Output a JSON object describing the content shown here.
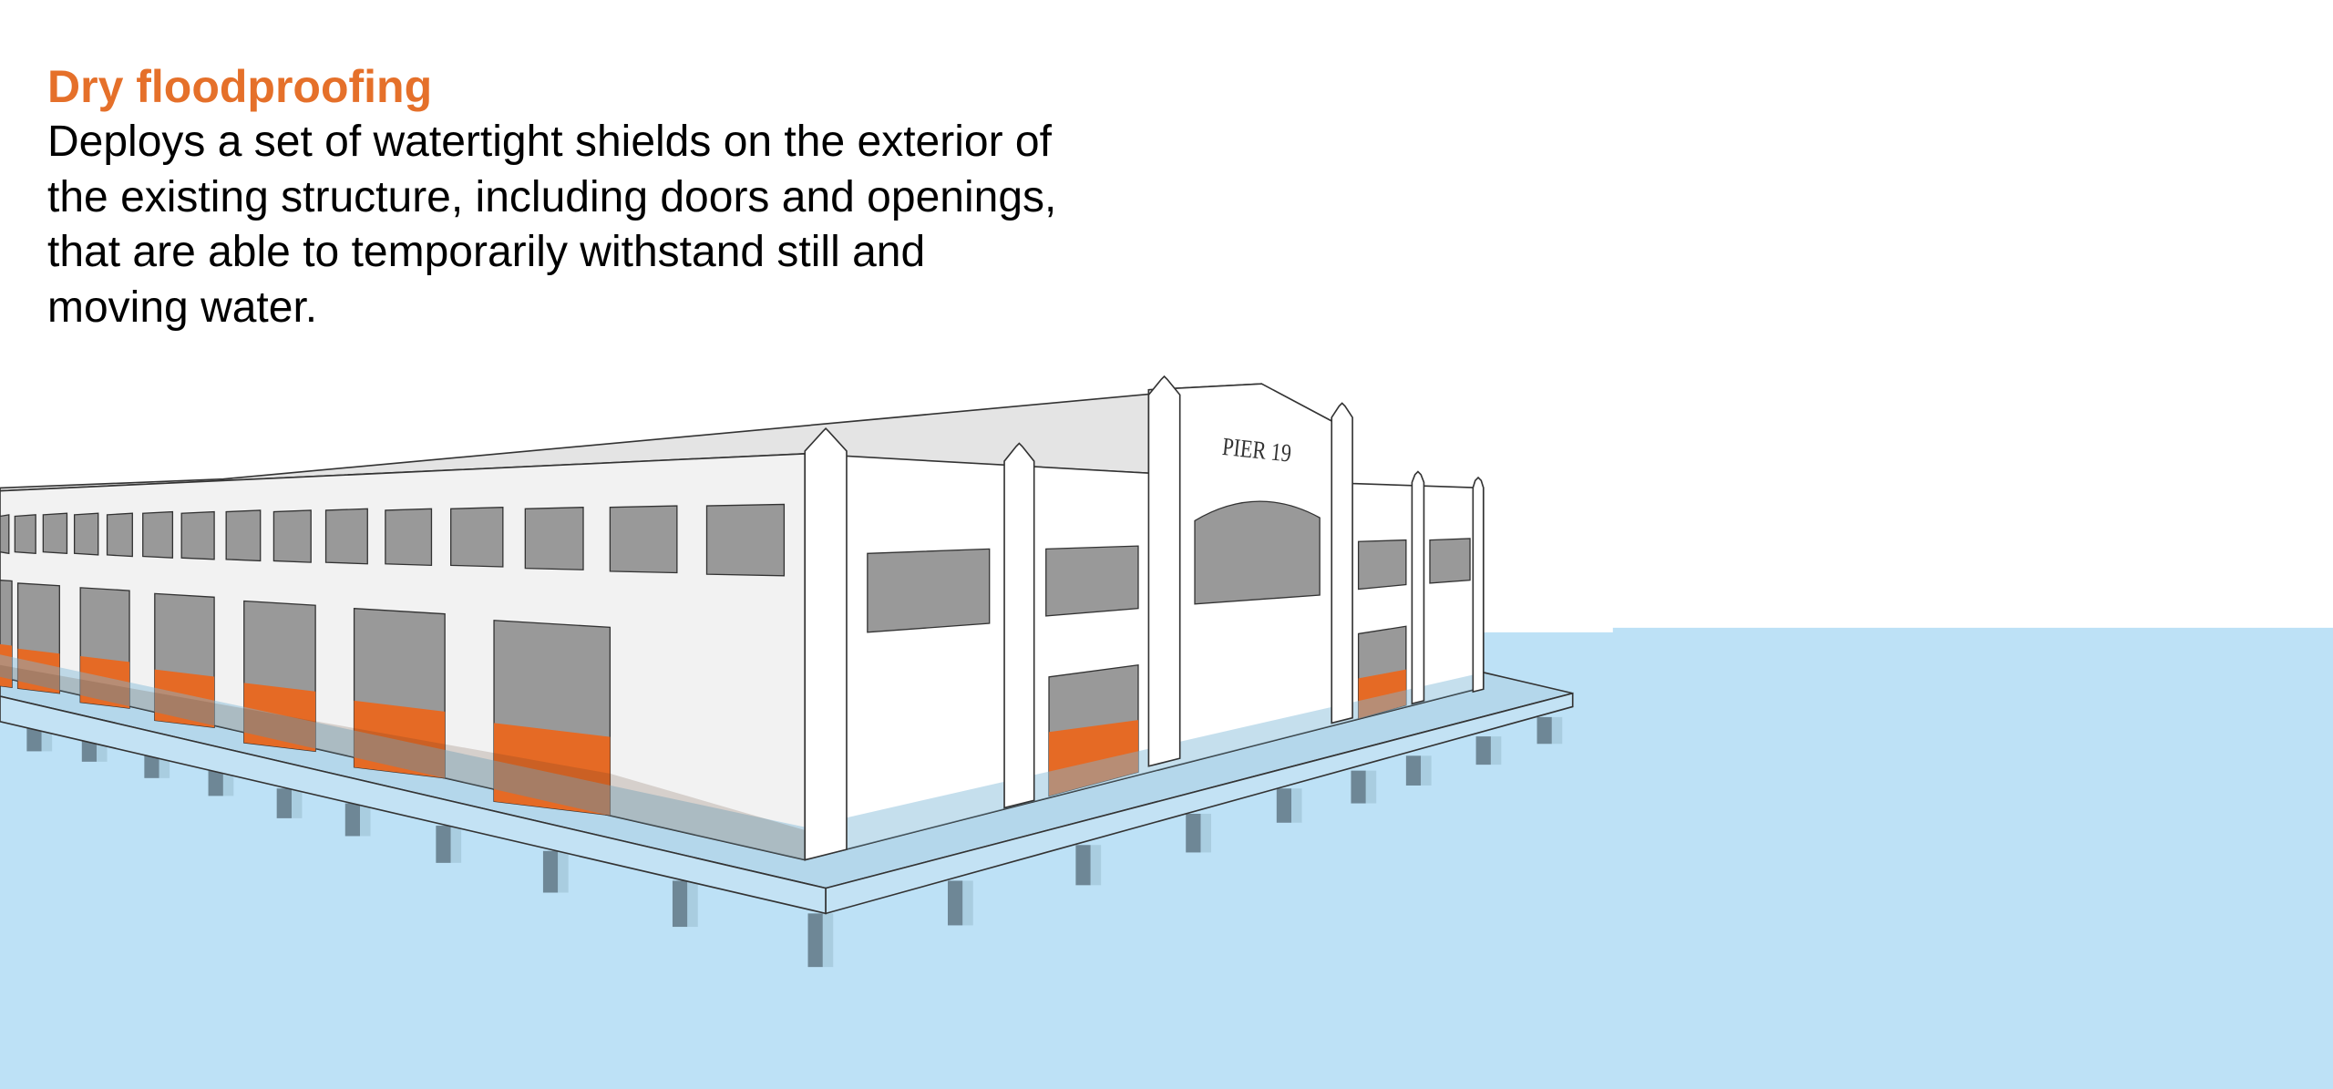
{
  "header": {
    "title": "Dry floodproofing",
    "description_lines": [
      "Deploys a set of watertight shields on the exterior of",
      "the existing structure, including doors and openings,",
      "that are able to temporarily withstand still and",
      "moving water."
    ]
  },
  "illustration": {
    "building_sign": "PIER 19"
  },
  "colors": {
    "accent": "#e5702a",
    "water": "#bde1f6",
    "shield": "#e56a25",
    "window": "#999999",
    "wall_side": "#f2f2f2",
    "wall_front": "#ffffff",
    "roof": "#e4e4e4",
    "pile": "#6e8796"
  }
}
